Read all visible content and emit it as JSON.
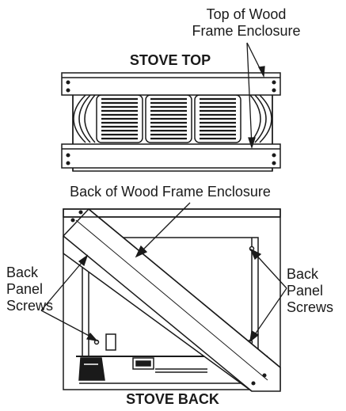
{
  "labels": {
    "top_frame_line1": "Top of Wood",
    "top_frame_line2": "Frame Enclosure",
    "stove_top": "STOVE TOP",
    "back_frame": "Back of Wood Frame Enclosure",
    "left_screws_1": "Back",
    "left_screws_2": "Panel",
    "left_screws_3": "Screws",
    "right_screws_1": "Back",
    "right_screws_2": "Panel",
    "right_screws_3": "Screws",
    "stove_back": "STOVE BACK"
  },
  "colors": {
    "line": "#1a1a1a",
    "background": "#ffffff"
  }
}
